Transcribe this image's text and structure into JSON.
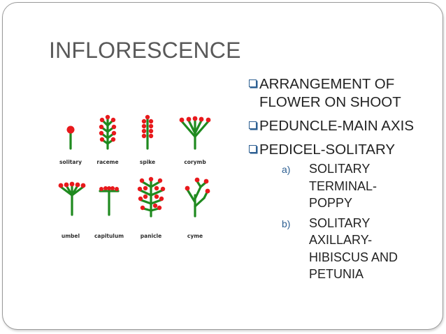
{
  "slide": {
    "title": "INFLORESCENCE",
    "bullets": [
      {
        "text": "ARRANGEMENT OF FLOWER ON SHOOT"
      },
      {
        "text": "PEDUNCLE-MAIN AXIS"
      },
      {
        "text": "PEDICEL-SOLITARY"
      }
    ],
    "sub_items": [
      {
        "marker": "a)",
        "lines": [
          "SOLITARY",
          "TERMINAL-",
          "POPPY"
        ]
      },
      {
        "marker": "b)",
        "lines": [
          "SOLITARY",
          "AXILLARY-",
          "HIBISCUS AND",
          "PETUNIA"
        ]
      }
    ]
  },
  "diagram": {
    "stem_color": "#1f8a1f",
    "flower_color": "#e8191c",
    "labels": [
      "solitary",
      "raceme",
      "spike",
      "corymb",
      "umbel",
      "capitulum",
      "panicle",
      "cyme"
    ]
  },
  "colors": {
    "title": "#595959",
    "text": "#222222",
    "bullet_accent": "#2d5f92",
    "frame_border": "#9a9a9a"
  }
}
